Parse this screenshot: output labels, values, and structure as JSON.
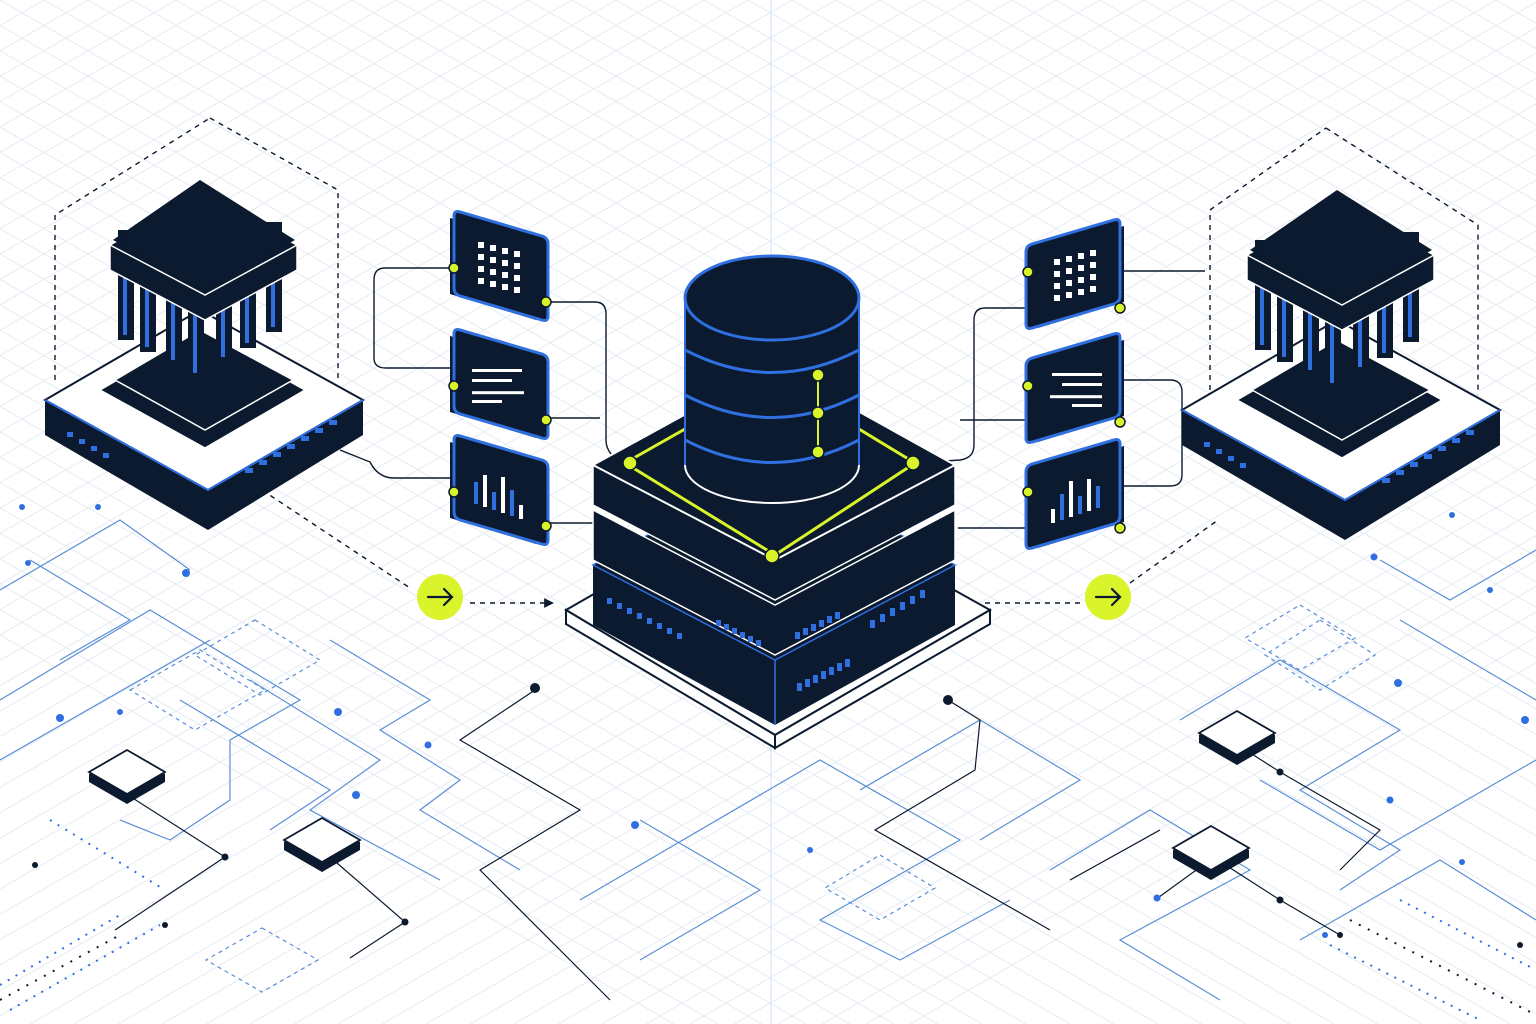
{
  "colors": {
    "background": "#ffffff",
    "dark": "#0b1a2e",
    "accent_blue": "#2f6fe0",
    "accent_lime": "#d9f42a",
    "grid": "#e6ecf3"
  },
  "nodes": [
    {
      "id": "left-institution",
      "icon": "bank-building-icon"
    },
    {
      "id": "central-database",
      "icon": "database-server-icon"
    },
    {
      "id": "right-institution",
      "icon": "bank-building-icon"
    }
  ],
  "cards_left": [
    {
      "icon": "grid-table-icon"
    },
    {
      "icon": "text-document-icon"
    },
    {
      "icon": "bar-chart-icon"
    }
  ],
  "cards_right": [
    {
      "icon": "grid-table-icon"
    },
    {
      "icon": "text-document-icon"
    },
    {
      "icon": "bar-chart-icon"
    }
  ],
  "flow_arrows": [
    {
      "icon": "arrow-right-icon",
      "direction": "left-to-center"
    },
    {
      "icon": "arrow-right-icon",
      "direction": "center-to-right"
    }
  ]
}
